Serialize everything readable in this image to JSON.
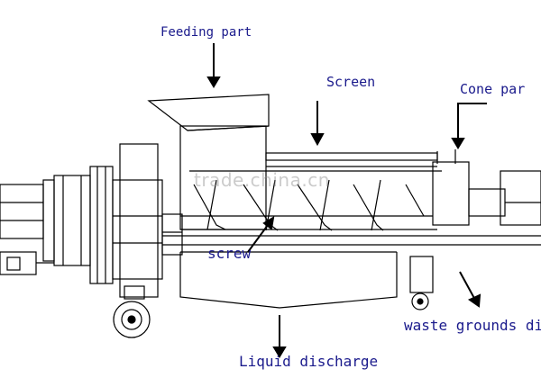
{
  "labels": {
    "feeding_part": "Feeding part",
    "screen": "Screen",
    "cone_part": "Cone par",
    "screw": "screw",
    "waste_grounds": "waste grounds dis",
    "liquid_discharge": "Liquid discharge"
  },
  "watermark": "trade.china.cn",
  "colors": {
    "label_text": "#1a1a8c",
    "line": "#000000",
    "background": "#ffffff"
  }
}
